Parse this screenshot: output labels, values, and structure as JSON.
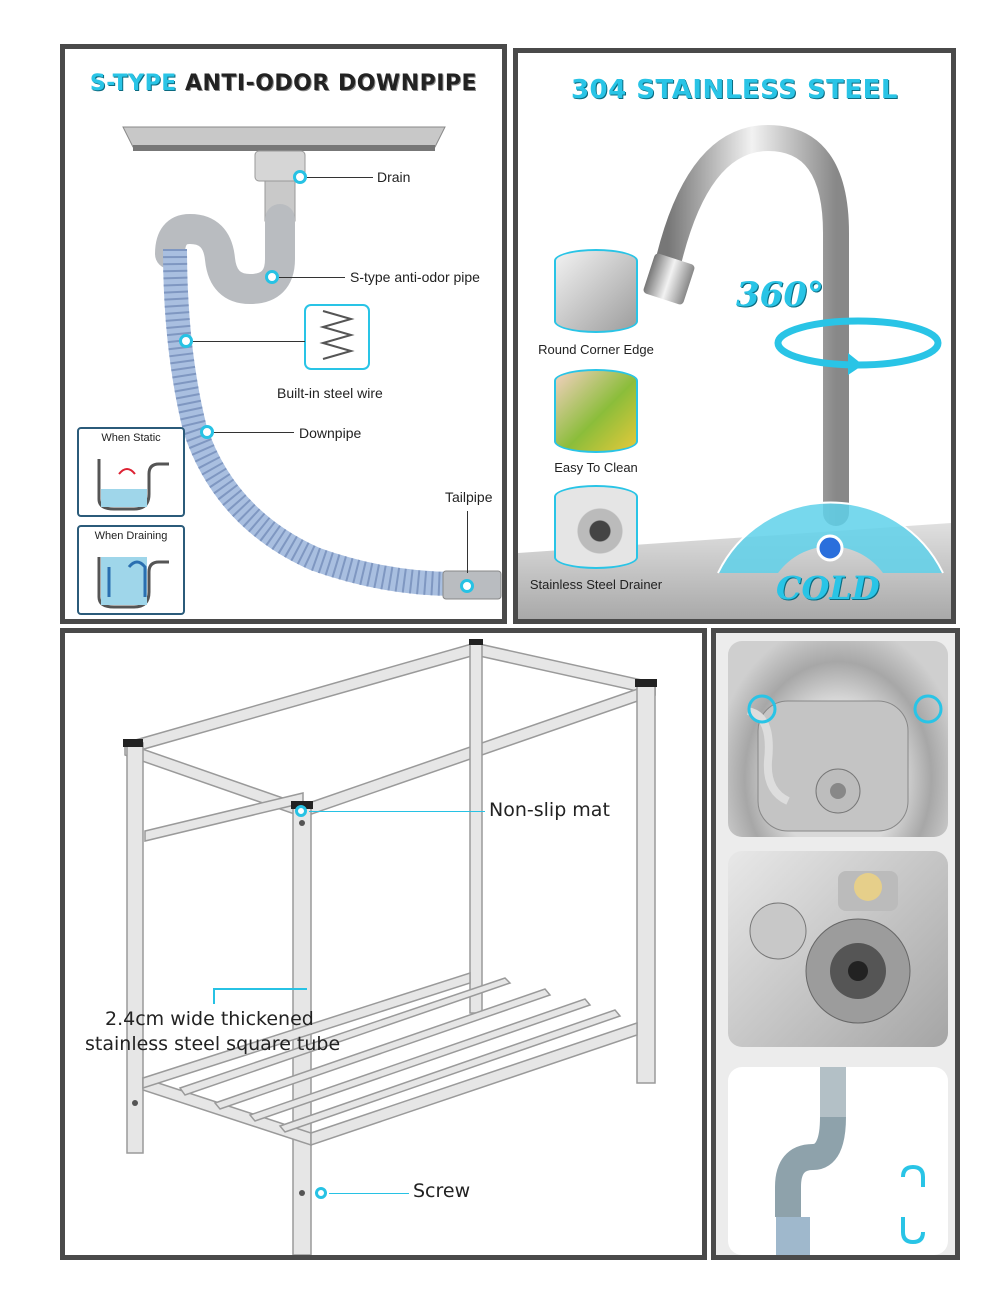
{
  "panel1": {
    "title_accent": "S-TYPE",
    "title_main": "ANTI-ODOR DOWNPIPE",
    "callouts": {
      "drain": "Drain",
      "s_pipe": "S-type anti-odor pipe",
      "steel_wire": "Built-in steel wire",
      "downpipe": "Downpipe",
      "tailpipe": "Tailpipe"
    },
    "inset_static": "When Static",
    "inset_draining": "When Draining"
  },
  "panel2": {
    "title": "304 STAINLESS STEEL",
    "rotation": "360°",
    "cold_label": "COLD",
    "features": [
      "Round Corner Edge",
      "Easy To Clean",
      "Stainless Steel Drainer"
    ]
  },
  "panel3": {
    "callouts": {
      "mat": "Non-slip mat",
      "tube_line1": "2.4cm wide thickened",
      "tube_line2": "stainless steel square tube",
      "screw": "Screw"
    }
  },
  "colors": {
    "accent": "#29c4e6",
    "border": "#4a4a4a",
    "pipe_blue": "#a9bfe0",
    "frame": "#e6e6e6"
  }
}
